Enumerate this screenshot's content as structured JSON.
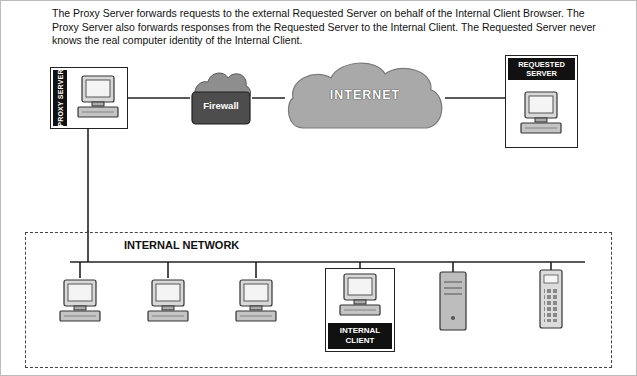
{
  "diagram": {
    "caption": "The Proxy Server forwards requests to the external Requested Server on behalf of the Internal Client Browser. The Proxy Server also forwards responses from the Requested Server to the Internal Client. The Requested Server never knows the real computer identity of the Internal Client.",
    "nodes": [
      {
        "text": [
          "PROXY SERVER"
        ]
      },
      {
        "text": [
          "Firewall"
        ]
      },
      {
        "text": [
          "INTERNET"
        ]
      },
      {
        "text": [
          "REQUESTED SERVER"
        ]
      },
      {
        "text": [
          "INTERNAL NETWORK"
        ]
      },
      {
        "text": [
          "INTERNAL CLIENT"
        ],
        "in": 4
      }
    ],
    "edges": [
      {
        "from": 0,
        "to": 1,
        "arrow": "none"
      },
      {
        "from": 1,
        "to": 2,
        "arrow": "none"
      },
      {
        "from": 2,
        "to": 3,
        "arrow": "none"
      },
      {
        "from": 0,
        "to": 4,
        "arrow": "none"
      }
    ]
  }
}
